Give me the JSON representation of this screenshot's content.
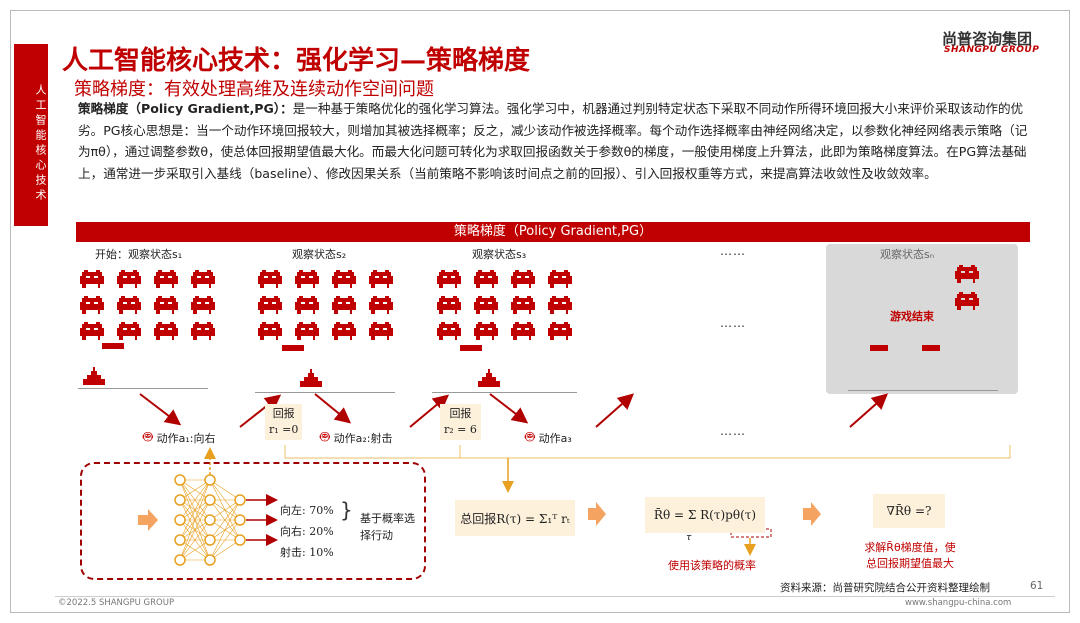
{
  "side_tab": "人工智能核心技术",
  "title": "人工智能核心技术：强化学习—策略梯度",
  "subtitle": "策略梯度：有效处理高维及连续动作空间问题",
  "logo": {
    "cn": "尚普咨询集团",
    "en": "SHANGPU GROUP"
  },
  "paragraph": {
    "term": "策略梯度（Policy Gradient,PG）：",
    "body": "是一种基于策略优化的强化学习算法。强化学习中，机器通过判别特定状态下采取不同动作所得环境回报大小来评价采取该动作的优劣。PG核心思想是：当一个动作环境回报较大，则增加其被选择概率；反之，减少该动作被选择概率。每个动作选择概率由神经网络决定，以参数化神经网络表示策略（记为πθ），通过调整参数θ，使总体回报期望值最大化。而最大化问题可转化为求取回报函数关于参数θ的梯度，一般使用梯度上升算法，此即为策略梯度算法。在PG算法基础上，通常进一步采取引入基线（baseline）、修改因果关系（当前策略不影响该时间点之前的回报）、引入回报权重等方式，来提高算法收敛性及收敛效率。"
  },
  "banner": "策略梯度（Policy Gradient,PG）",
  "stages": [
    "开始：观察状态s₁",
    "观察状态s₂",
    "观察状态s₃",
    "观察状态sₙ"
  ],
  "game_over": "游戏结束",
  "ellipsis": "……",
  "actions": [
    "动作a₁:向右",
    "动作a₂:射击",
    "动作a₃"
  ],
  "rewards": [
    {
      "label": "回报",
      "value": "r₁ =0"
    },
    {
      "label": "回报",
      "value": "r₂ = 6"
    }
  ],
  "network": {
    "outputs": [
      "向左: 70%",
      "向右: 20%",
      "射击: 10%"
    ],
    "decision": "基于概率选择行动"
  },
  "formulas": {
    "total": "总回报R(τ) = Σ₁ᵀ rₜ",
    "expected": "R̄θ = Σ R(τ)pθ(τ)",
    "sum_sub": "τ",
    "gradient": "∇R̄θ =?"
  },
  "notes": {
    "prob": "使用该策略的概率",
    "goal": "求解R̄θ梯度值，使总回报期望值最大"
  },
  "source": "资料来源：尚普研究院结合公开资料整理绘制",
  "page_number": "61",
  "footer": {
    "copyright": "©2022.5  SHANGPU GROUP",
    "url": "www.shangpu-china.com"
  },
  "colors": {
    "brand": "#c00000",
    "accent": "#f4a460",
    "box": "#fdf1dc"
  }
}
